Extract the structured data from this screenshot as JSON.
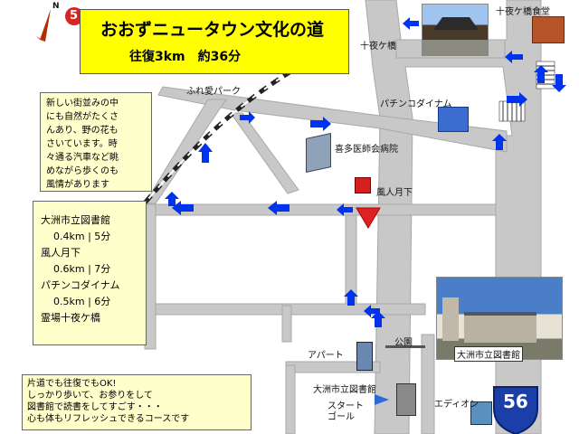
{
  "title": {
    "main": "おおずニュータウン文化の道",
    "sub": "往復3km　約36分",
    "route_number": "5"
  },
  "compass": {
    "north_label": "N"
  },
  "places": {
    "jugyabashi_shokudo": "十夜ケ橋食堂",
    "jugyabashi": "十夜ケ橋",
    "fureai_park": "ふれ愛パーク",
    "pachinko_dynam": "パチンコダイナム",
    "kita_clinic": "喜多医師会病院",
    "fuujin_gekka": "風人月下",
    "library_caption": "大洲市立図書館",
    "park": "公園",
    "apartment": "アパート",
    "library": "大洲市立図書館",
    "start": "スタート",
    "goal": "ゴール",
    "edion": "エディオン"
  },
  "route_shield": "56",
  "note_top": [
    "新しい街並みの中",
    "にも自然がたくさ",
    "んあり、野の花も",
    "さいています。時",
    "々通る汽車など眺",
    "めながら歩くのも",
    "風情があります"
  ],
  "distances": [
    {
      "name": "大洲市立図書館",
      "dist": "0.4km | 5分"
    },
    {
      "name": "風人月下",
      "dist": "0.6km | 7分"
    },
    {
      "name": "パチンコダイナム",
      "dist": "0.5km | 6分"
    },
    {
      "name": "霊場十夜ケ橋",
      "dist": ""
    }
  ],
  "note_bottom": [
    "片道でも往復でもOK!",
    "しっかり歩いて、お参りをして",
    "図書館で読書をしてすごす・・・",
    "心も体もリフレッシュできるコースです"
  ],
  "colors": {
    "road": "#c8c8c8",
    "arrow": "#0033ee",
    "title_bg": "#ffff00",
    "note_bg": "#ffffcc",
    "badge": "#dd2222",
    "shield": "#1a3fa8"
  }
}
